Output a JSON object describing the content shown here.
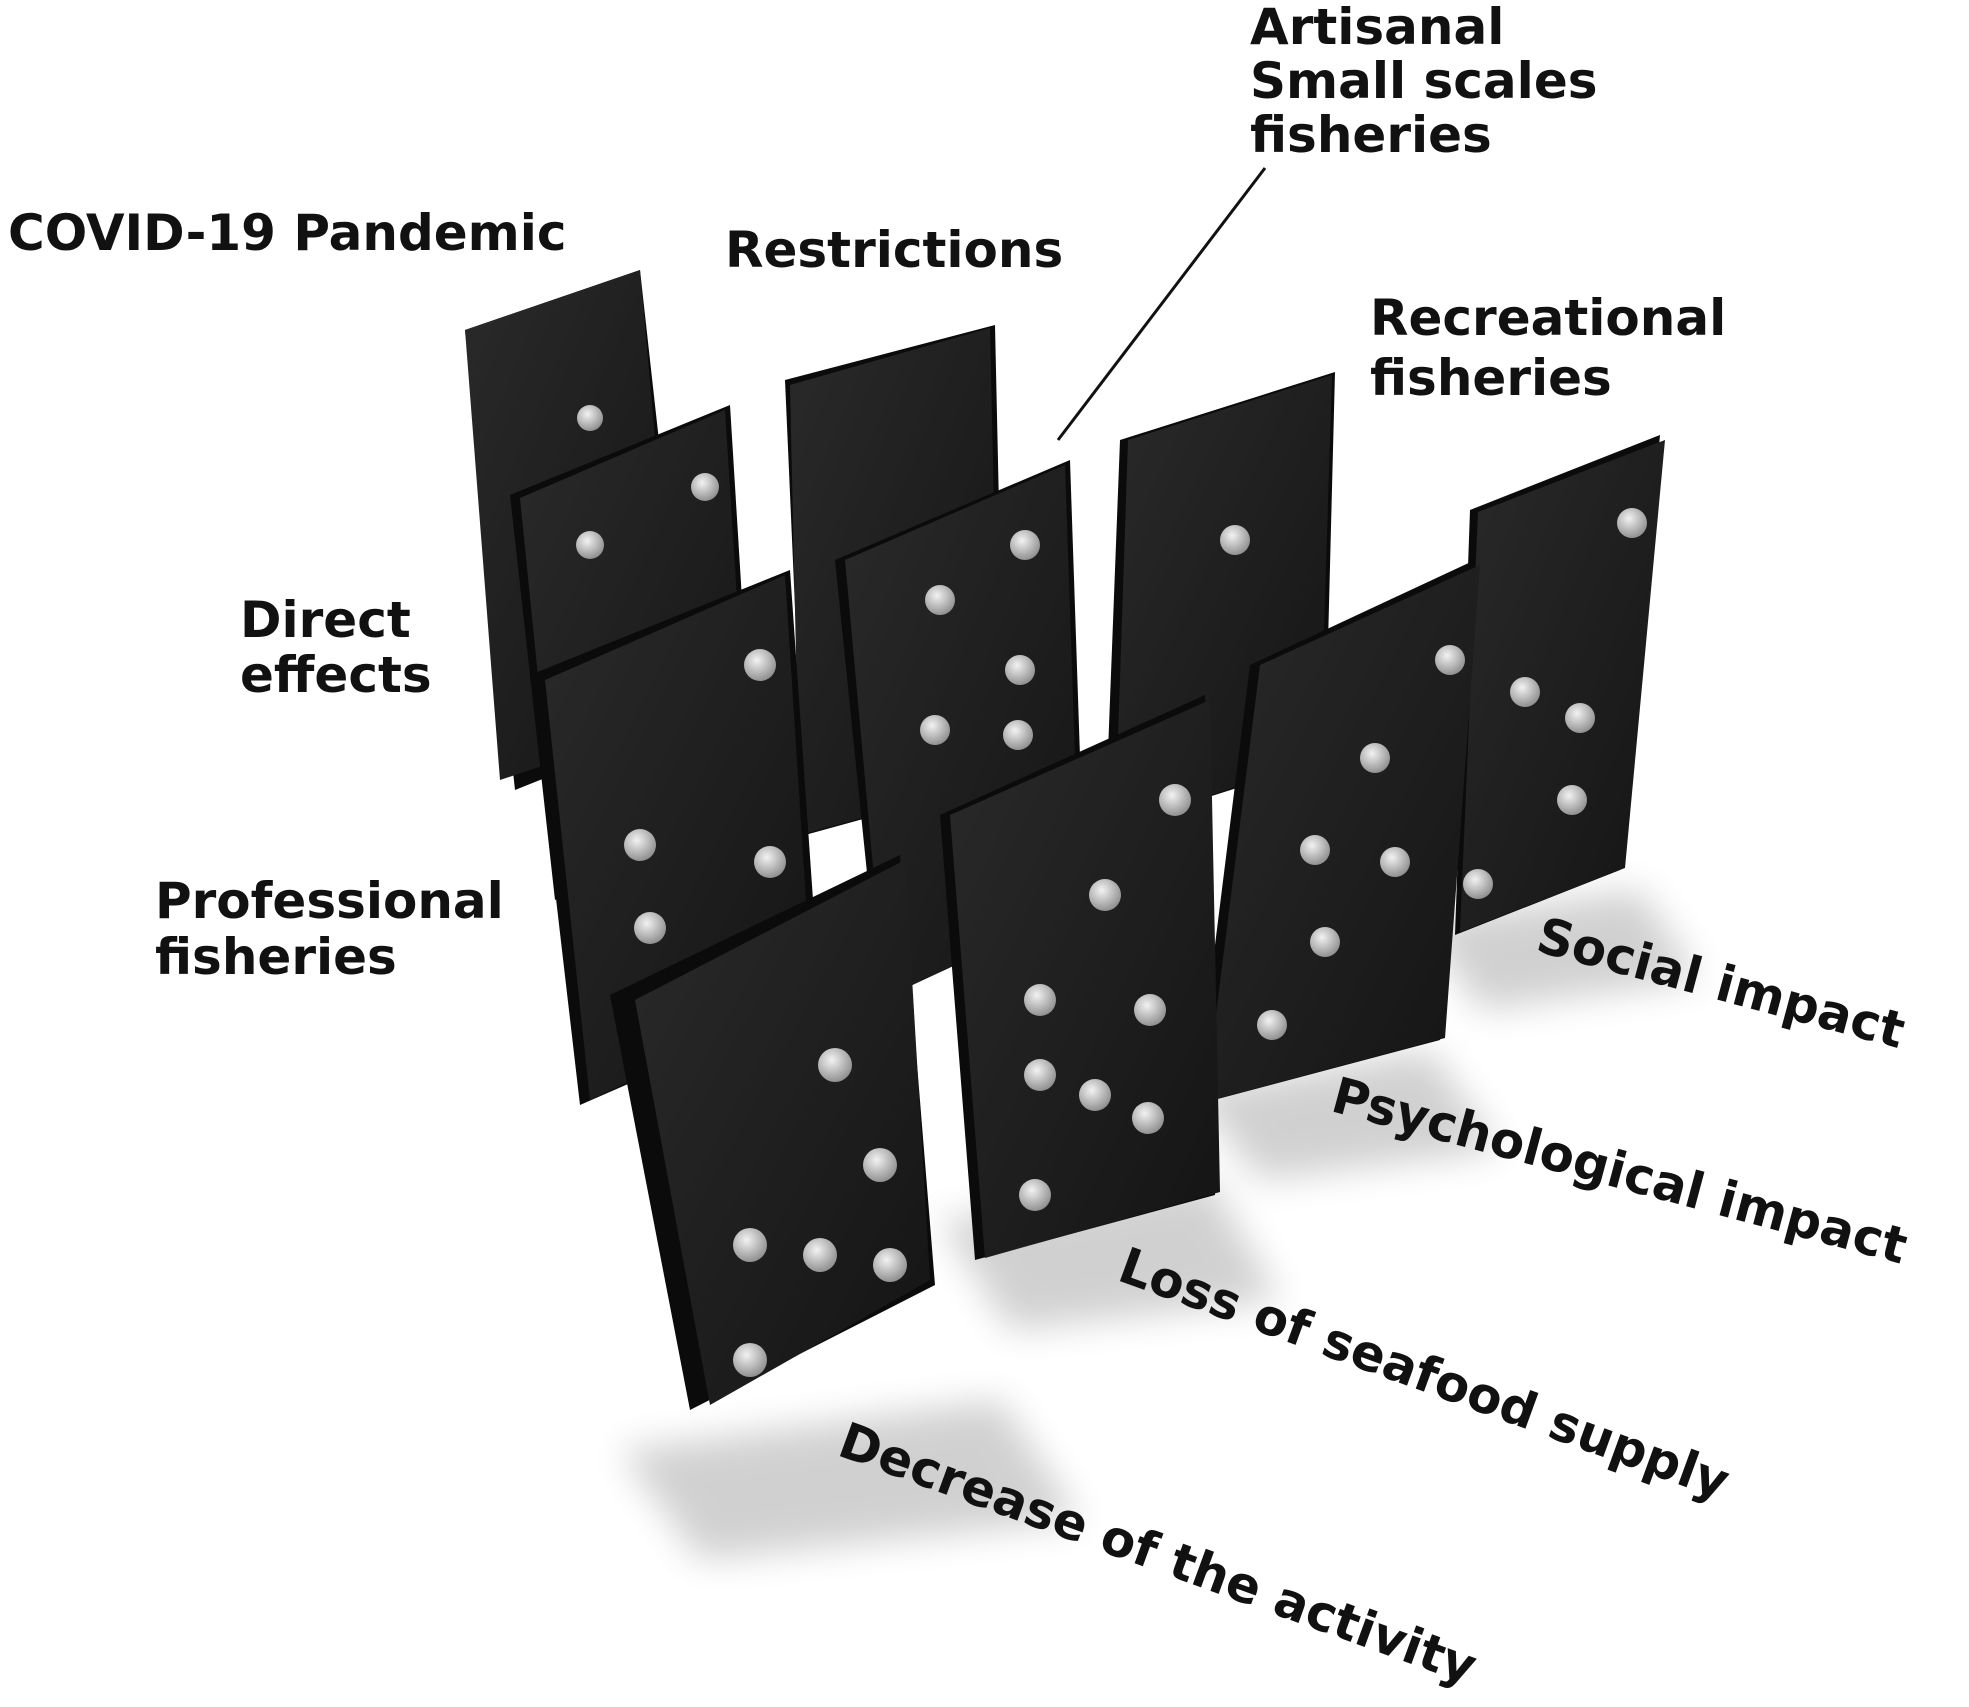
{
  "labels": {
    "covid": "COVID-19 Pandemic",
    "restrictions": "Restrictions",
    "artisanal": "Artisanal\nSmall scales\nfisheries",
    "recreational": "Recreational\nfisheries",
    "direct_effects": "Direct\neffects",
    "professional": "Professional\nfisheries",
    "social": "Social impact",
    "psychological": "Psychological impact",
    "seafood": "Loss of seafood supply",
    "decrease": "Decrease of the activity"
  },
  "colors": {
    "domino_face": "#1e1e1e",
    "domino_side": "#0b0b0b",
    "pip": "#c9c9c9",
    "text": "#111111",
    "background": "#ffffff"
  }
}
